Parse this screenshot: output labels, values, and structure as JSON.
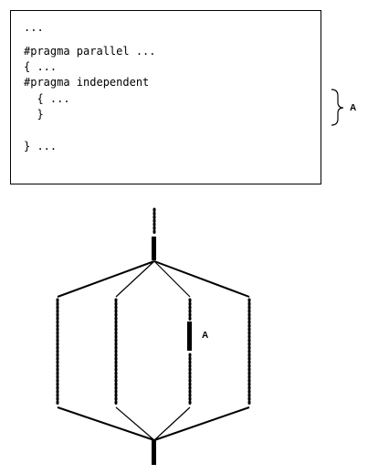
{
  "code": {
    "lines": [
      "...",
      "#pragma parallel ...",
      "{ ...",
      "#pragma independent",
      "  { ...",
      "  }",
      "",
      "} ..."
    ]
  },
  "brace_label": "A",
  "graph_label": "A"
}
